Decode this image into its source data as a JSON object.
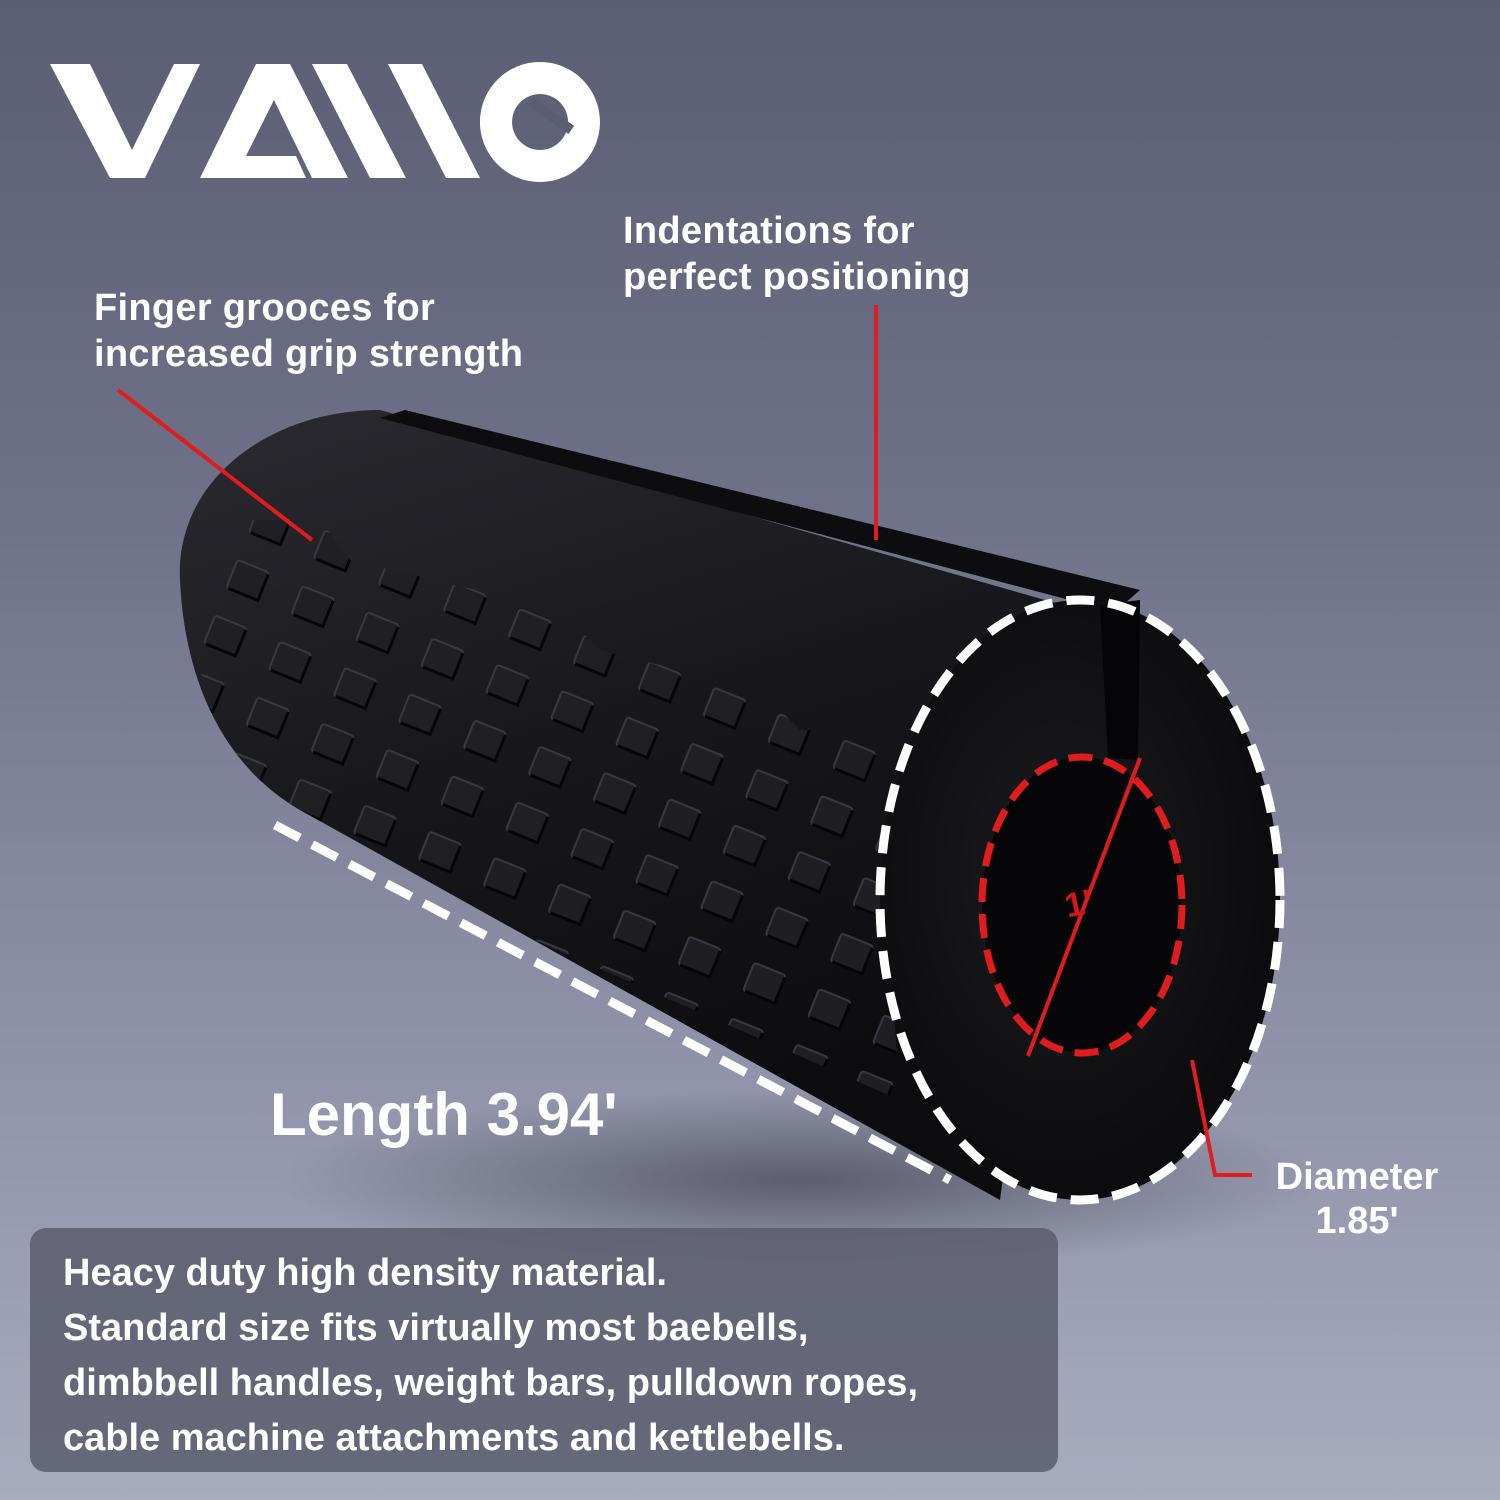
{
  "brand": {
    "logo_text": "VAIO"
  },
  "colors": {
    "accent_red": "#e01c1c",
    "dash_white": "#ffffff",
    "product_black": "#141417"
  },
  "callouts": {
    "finger_grooves": {
      "line1": "Finger grooces for",
      "line2": "increased grip strength"
    },
    "indentations": {
      "line1": "Indentations for",
      "line2": "perfect positioning"
    },
    "length": "Length 3.94'",
    "diameter": {
      "line1": "Diameter",
      "line2": "1.85'"
    },
    "inner_diameter": "1'"
  },
  "description": {
    "lines": [
      "Heacy duty high density material.",
      "Standard size fits virtually most baebells,",
      "dimbbell handles, weight bars, pulldown ropes,",
      "cable machine attachments and kettlebells."
    ]
  }
}
